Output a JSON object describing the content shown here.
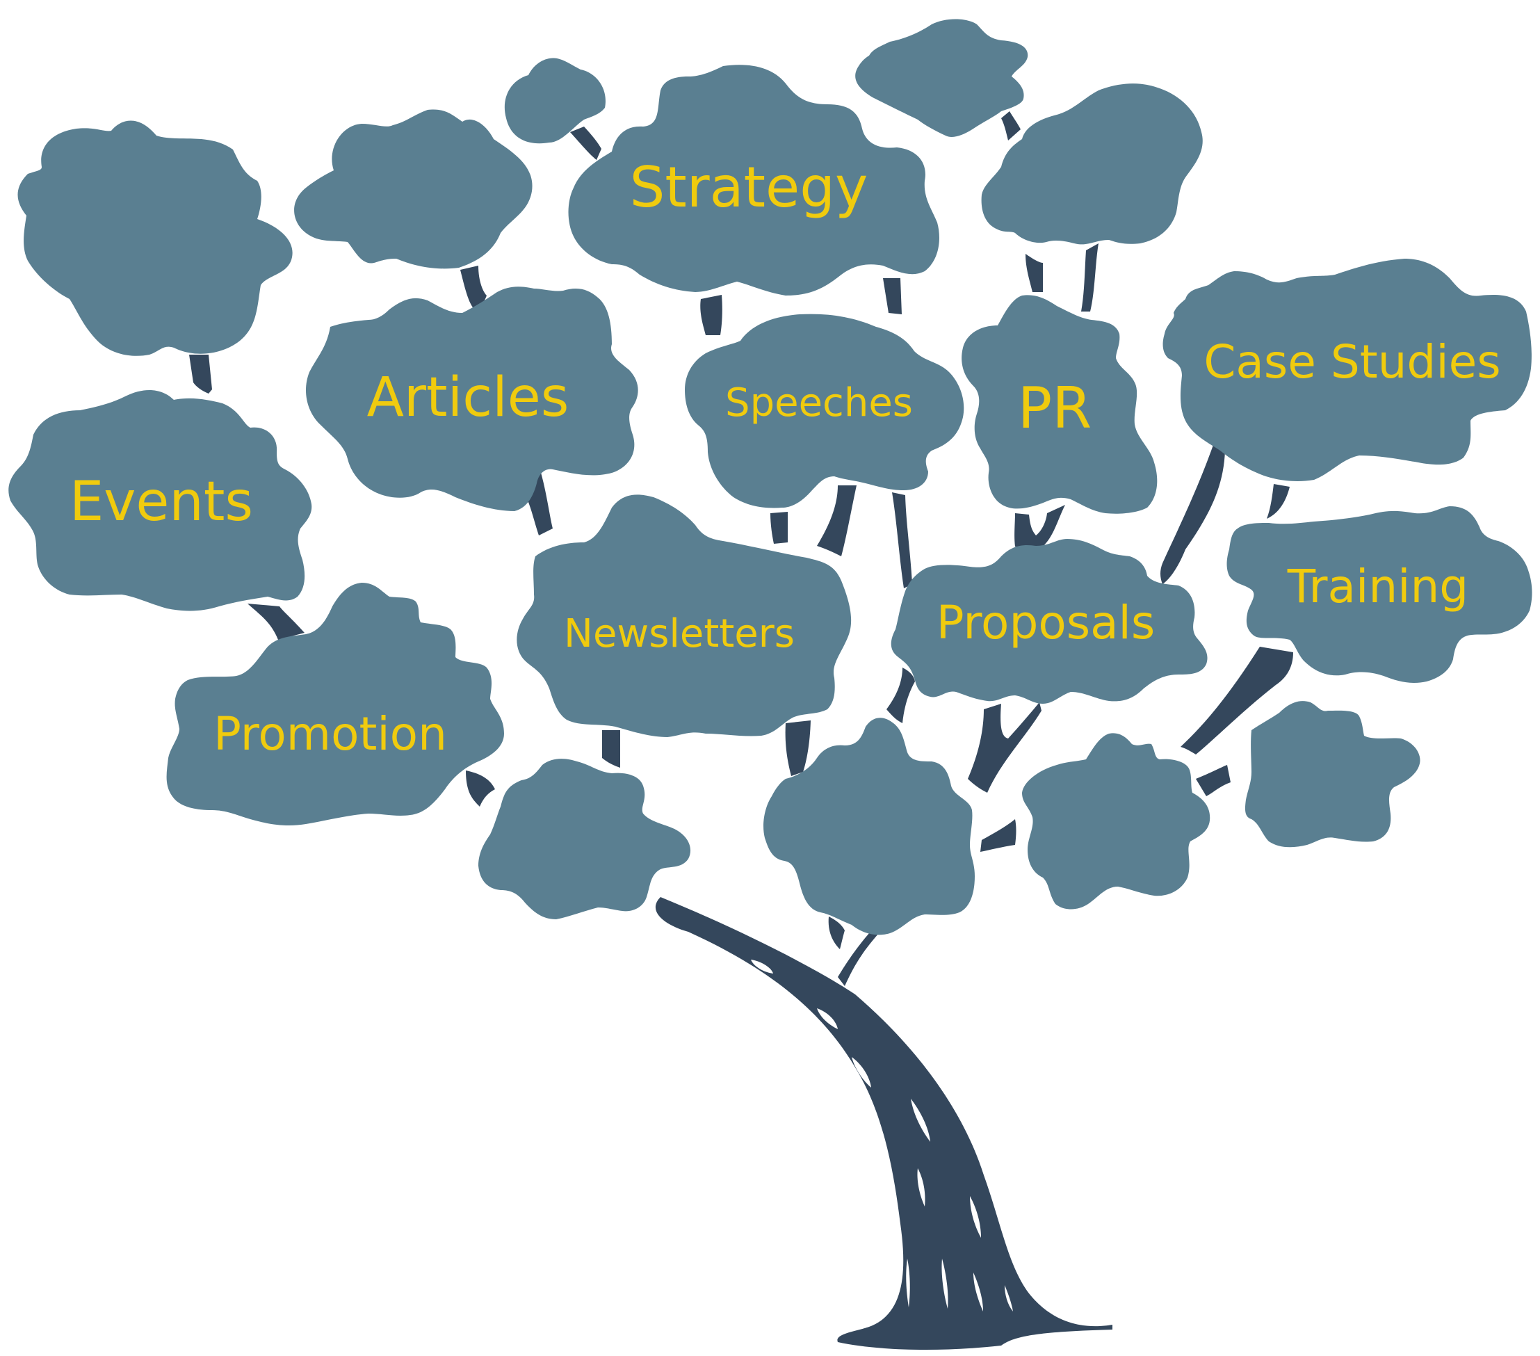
{
  "colors": {
    "background": "#ffffff",
    "foliage": "#5a7f91",
    "trunk": "#34475c",
    "label": "#f0cb0e"
  },
  "icons": {
    "tree": "tree-trunk-icon",
    "cloud": "cloud-foliage-icon"
  },
  "labels": {
    "strategy": "Strategy",
    "articles": "Articles",
    "speeches": "Speeches",
    "pr": "PR",
    "case_studies": "Case Studies",
    "events": "Events",
    "newsletters": "Newsletters",
    "proposals": "Proposals",
    "training": "Training",
    "promotion": "Promotion"
  }
}
